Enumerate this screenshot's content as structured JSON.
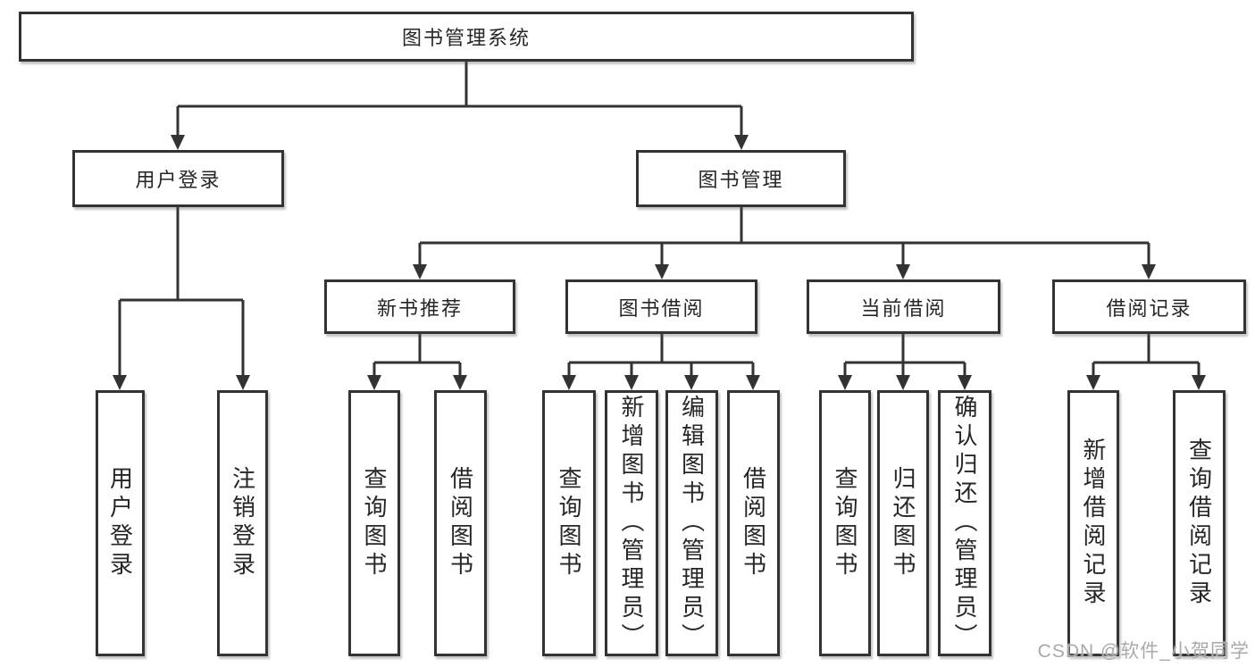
{
  "diagram": {
    "root": {
      "label": "图书管理系统"
    },
    "branches": [
      {
        "label": "用户登录",
        "children": [
          {
            "label": "用户登录"
          },
          {
            "label": "注销登录"
          }
        ]
      },
      {
        "label": "图书管理",
        "children": [
          {
            "label": "新书推荐",
            "children": [
              {
                "label": "查询图书"
              },
              {
                "label": "借阅图书"
              }
            ]
          },
          {
            "label": "图书借阅",
            "children": [
              {
                "label": "查询图书"
              },
              {
                "label": "新增图书（管理员）"
              },
              {
                "label": "编辑图书（管理员）"
              },
              {
                "label": "借阅图书"
              }
            ]
          },
          {
            "label": "当前借阅",
            "children": [
              {
                "label": "查询图书"
              },
              {
                "label": "归还图书"
              },
              {
                "label": "确认归还（管理员）"
              }
            ]
          },
          {
            "label": "借阅记录",
            "children": [
              {
                "label": "新增借阅记录"
              },
              {
                "label": "查询借阅记录"
              }
            ]
          }
        ]
      }
    ]
  },
  "watermark": {
    "text": "CSDN @软件_小贺同学"
  },
  "colors": {
    "line": "#333333",
    "text": "#262626",
    "watermark": "#a9a9a9",
    "background": "#ffffff"
  }
}
